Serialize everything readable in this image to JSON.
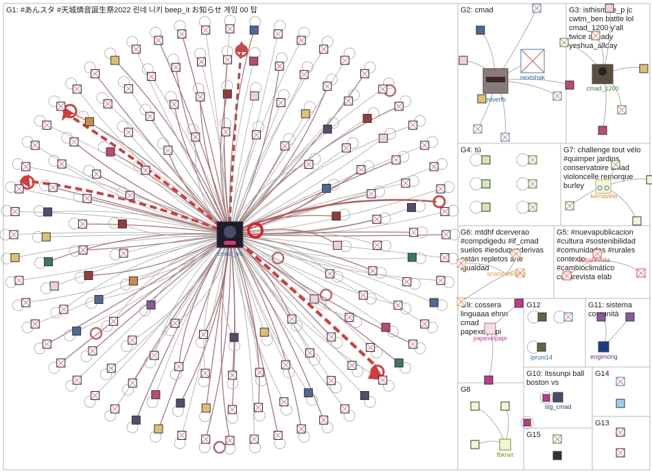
{
  "groups": {
    "g1": {
      "title": "G1: #あんスタ #天城燐音誕生祭2022 린네 니키 beep_it お知らせ 게임 00 탑"
    },
    "g2": {
      "title": "G2: cmad"
    },
    "g3": {
      "title_lines": [
        "G3: isthismike_p jc",
        "cwtm_ben battle lol",
        "cmad_1200 y'all",
        "twice already",
        "yeshua_allday"
      ]
    },
    "g4": {
      "title": "G4: tú"
    },
    "g5": {
      "title_lines": [
        "G5: #nuevapublicacion",
        "#cultura #sostenibilidad",
        "#comunidades #rurales",
        "contexto",
        "#cambioclimático",
        "cubarevista elab"
      ]
    },
    "g6": {
      "title_lines": [
        "G6: mtdhf dcerverao",
        "#compdigedu #if_cmad",
        "suelos #iesduquederivas",
        "están repletos arte",
        "igualdad"
      ]
    },
    "g7": {
      "title_lines": [
        "G7: challenge tout vélo",
        "#quimper jardins",
        "conservatoire cmad",
        "violoncelle remorque",
        "burley"
      ]
    },
    "g8": {
      "title": "G8"
    },
    "g9": {
      "title_lines": [
        "G9: cossera",
        "linguaaa ehnn",
        "cmad",
        "papexelpapi"
      ]
    },
    "g10": {
      "title_lines": [
        "G10: itssunpi ball",
        "boston vs"
      ]
    },
    "g11": {
      "title_lines": [
        "G11: sistema",
        "comunità"
      ]
    },
    "g12": {
      "title": "G12"
    },
    "g13": {
      "title": "G13"
    },
    "g14": {
      "title": "G14"
    },
    "g15": {
      "title": "G15"
    }
  },
  "node_labels": {
    "hub": "cmad_es",
    "g2_a": "edverfb",
    "g2_b": "nextshak",
    "g3_a": "cmad_1200",
    "g5_a": "cubarevista",
    "g6_a": "anataboada_s",
    "g7_a": "kernavelo",
    "g8_a": "fbknet",
    "g9_a": "papexelpapi",
    "g10_a": "stg_cmad",
    "g11_a": "engimong",
    "g12_a": "lpruni14"
  },
  "colors": {
    "edge": "#a8a8a8",
    "edge_dark": "#9e6868",
    "edge_red": "#d63a3a",
    "panel_border": "#b9b9b9",
    "label_blue": "#2a6bb0",
    "label_orange": "#e08b2a",
    "label_green": "#3a7d3a",
    "label_pink": "#c0398a",
    "label_purple": "#6a2a7a"
  }
}
